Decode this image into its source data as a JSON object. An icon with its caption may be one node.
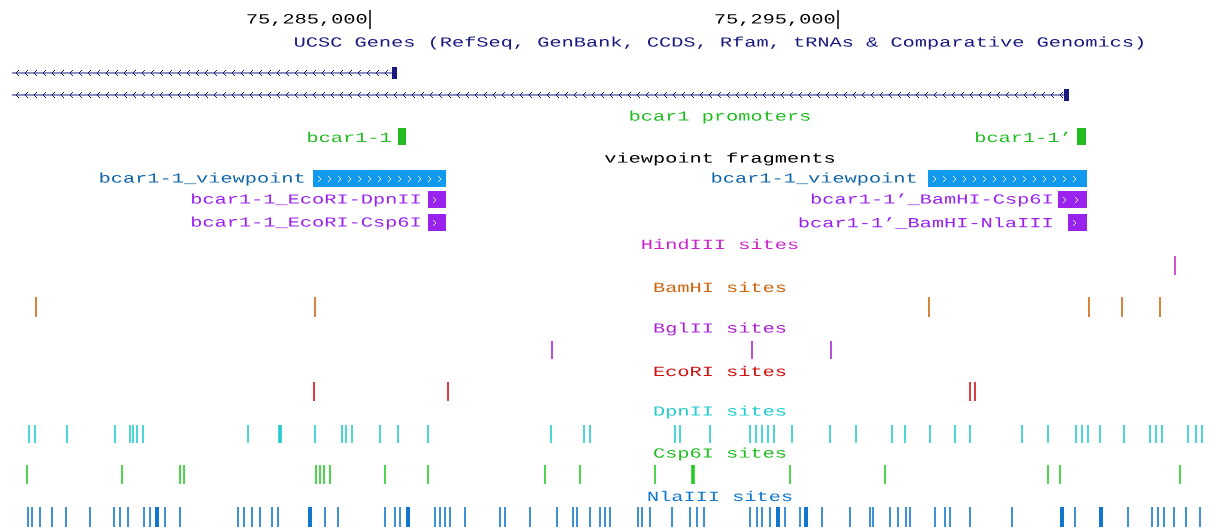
{
  "diagram": {
    "labels": [
      "75,285,000",
      "75,295,000",
      "UCSC Genes (RefSeq, GenBank, CCDS, Rfam, tRNAs & Comparative Genomics)",
      "bcar1 promoters",
      "bcar1-1",
      "bcar1-1’",
      "viewpoint fragments",
      "bcar1-1_viewpoint",
      "bcar1-1_viewpoint",
      "bcar1-1_EcoRI-DpnII",
      "bcar1-1’_BamHI-Csp6I",
      "bcar1-1_EcoRI-Csp6I",
      "bcar1-1’_BamHI-NlaIII",
      "HindIII sites",
      "BamHI sites",
      "BglII sites",
      "EcoRI sites",
      "DpnII sites",
      "Csp6I sites",
      "NlaIII sites"
    ]
  }
}
